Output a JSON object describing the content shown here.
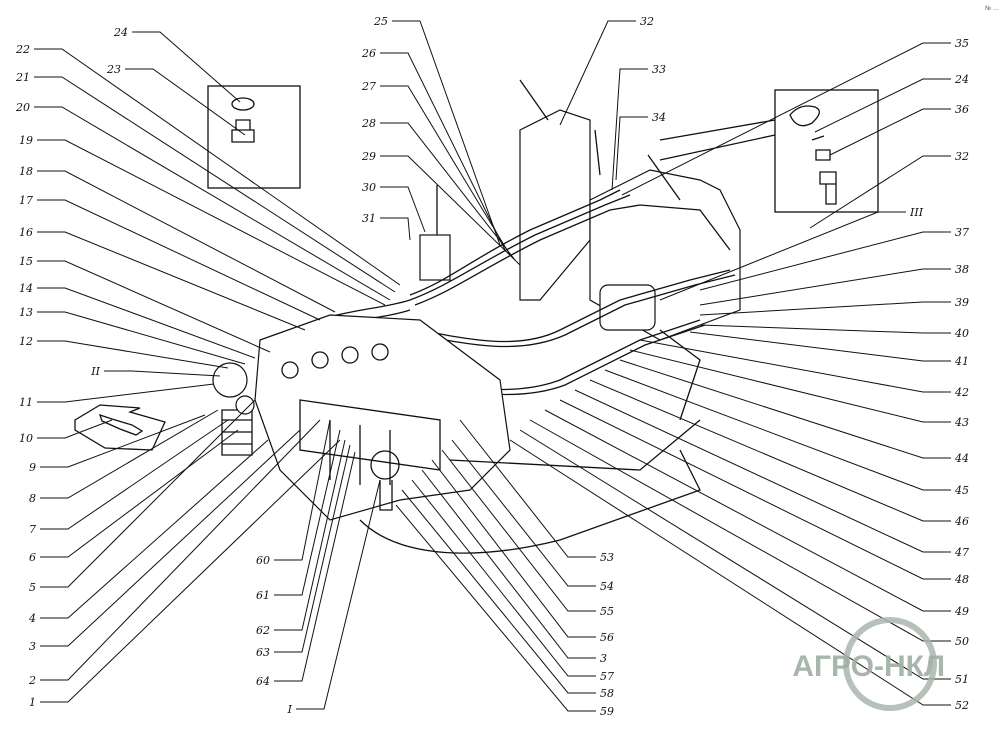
{
  "diagram": {
    "corner_mark": "№ ...",
    "watermark": "АГРО-НКЛ",
    "callouts": [
      "22",
      "21",
      "20",
      "19",
      "18",
      "17",
      "16",
      "15",
      "14",
      "13",
      "12",
      "II",
      "11",
      "10",
      "9",
      "8",
      "7",
      "6",
      "5",
      "4",
      "3",
      "2",
      "1",
      "60",
      "61",
      "62",
      "63",
      "64",
      "I",
      "53",
      "54",
      "55",
      "56",
      "3",
      "57",
      "58",
      "59",
      "35",
      "24",
      "36",
      "32",
      "III",
      "37",
      "38",
      "39",
      "40",
      "41",
      "42",
      "43",
      "44",
      "45",
      "46",
      "47",
      "48",
      "49",
      "50",
      "51",
      "52",
      "24",
      "23",
      "25",
      "26",
      "27",
      "28",
      "29",
      "30",
      "31",
      "32",
      "33",
      "34"
    ]
  }
}
